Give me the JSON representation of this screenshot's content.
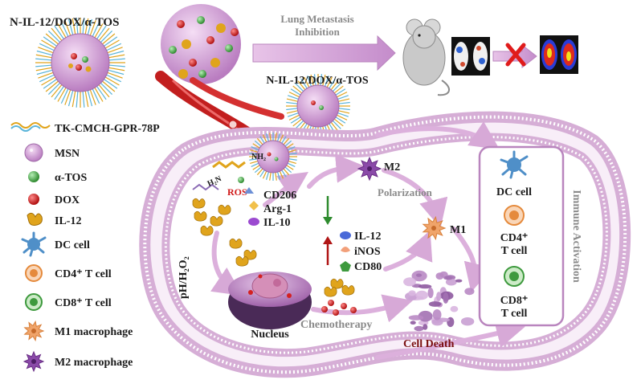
{
  "title": "N-IL-12/DOX/α-TOS",
  "top_arrow": {
    "line1": "Lung Metastasis",
    "line2": "Inhibition",
    "below": "N-IL-12/DOX/α-TOS"
  },
  "legend": {
    "peptide": "TK-CMCH-GPR-78P",
    "items": [
      {
        "label": "MSN",
        "icon": "msn-sphere-icon"
      },
      {
        "label": "α-TOS",
        "icon": "green-dot-icon"
      },
      {
        "label": "DOX",
        "icon": "red-dot-icon"
      },
      {
        "label": "IL-12",
        "icon": "il12-icon"
      },
      {
        "label": "DC cell",
        "icon": "dc-cell-icon"
      },
      {
        "label": "CD4⁺ T cell",
        "icon": "cd4-t-cell-icon"
      },
      {
        "label": "CD8⁺ T cell",
        "icon": "cd8-t-cell-icon"
      },
      {
        "label": "M1 macrophage",
        "icon": "m1-macrophage-icon"
      },
      {
        "label": "M2 macrophage",
        "icon": "m2-macrophage-icon"
      }
    ]
  },
  "cycle": {
    "ros": "ROS",
    "h2n": "H₂N",
    "nh2": "NH₂",
    "ph": "pH/H₂O₂",
    "nucleus": "Nucleus",
    "chemo": "Chemotherapy",
    "cell_death": "Cell Death",
    "m2": "M2",
    "m1": "M1",
    "polarization": "Polarization",
    "down_markers": [
      "CD206",
      "Arg-1",
      "IL-10"
    ],
    "up_markers": [
      "IL-12",
      "iNOS",
      "CD80"
    ]
  },
  "immune_box": {
    "dc": "DC cell",
    "cd4_line1": "CD4⁺",
    "cd4_line2": "T cell",
    "cd8_line1": "CD8⁺",
    "cd8_line2": "T cell",
    "side": "Immune Activation"
  },
  "colors": {
    "membrane": "#c99ac9",
    "membrane_light": "#ecd6ec",
    "msn": "#d9a6d9",
    "alpha_tos": "#3a9a3a",
    "dox": "#d42020",
    "il12": "#e0a41c",
    "dc": "#4f8fc8",
    "cd4": "#e58a3c",
    "cd8": "#3e9a3e",
    "m1": "#f0a46a",
    "m2": "#8a4aa8",
    "cross": "#e01b1b",
    "arrow_down": "#2e8b2e",
    "arrow_up": "#b01515"
  }
}
